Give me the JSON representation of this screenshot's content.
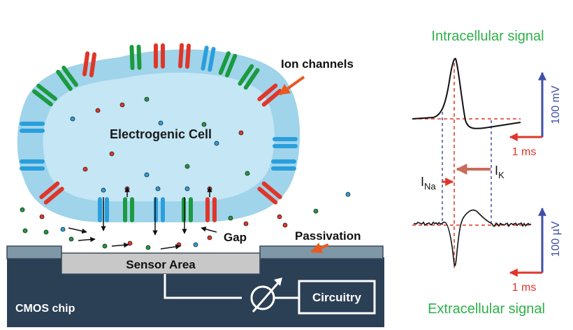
{
  "cell": {
    "title": "Electrogenic Cell",
    "ion_channels_label": "Ion channels"
  },
  "chip": {
    "gap_label": "Gap",
    "passivation_label": "Passivation",
    "sensor_label": "Sensor Area",
    "circuitry_label": "Circuitry",
    "chip_label": "CMOS chip"
  },
  "signals": {
    "intracellular_title": "Intracellular signal",
    "extracellular_title": "Extracellular signal",
    "intra_voltage_scale": "100 mV",
    "extra_voltage_scale": "100 µV",
    "intra_time_scale": "1 ms",
    "extra_time_scale": "1 ms",
    "current_na": {
      "symbol": "I",
      "subscript": "Na"
    },
    "current_k": {
      "symbol": "I",
      "subscript": "K"
    }
  },
  "colors": {
    "cell_fill": "#9fd4ea",
    "cytoplasm": "#c4e6f5",
    "channel_green": "#1c9a3f",
    "channel_red": "#e0362a",
    "channel_blue": "#2a9fdc",
    "chip_fill": "#2b3f55",
    "passivation": "#7f98a8",
    "sensor": "#c8c8c8",
    "title_green": "#2eb04a",
    "scale_blue": "#3f4fa8",
    "scale_red": "#e0362a",
    "arrow_orange": "#e85a20"
  }
}
